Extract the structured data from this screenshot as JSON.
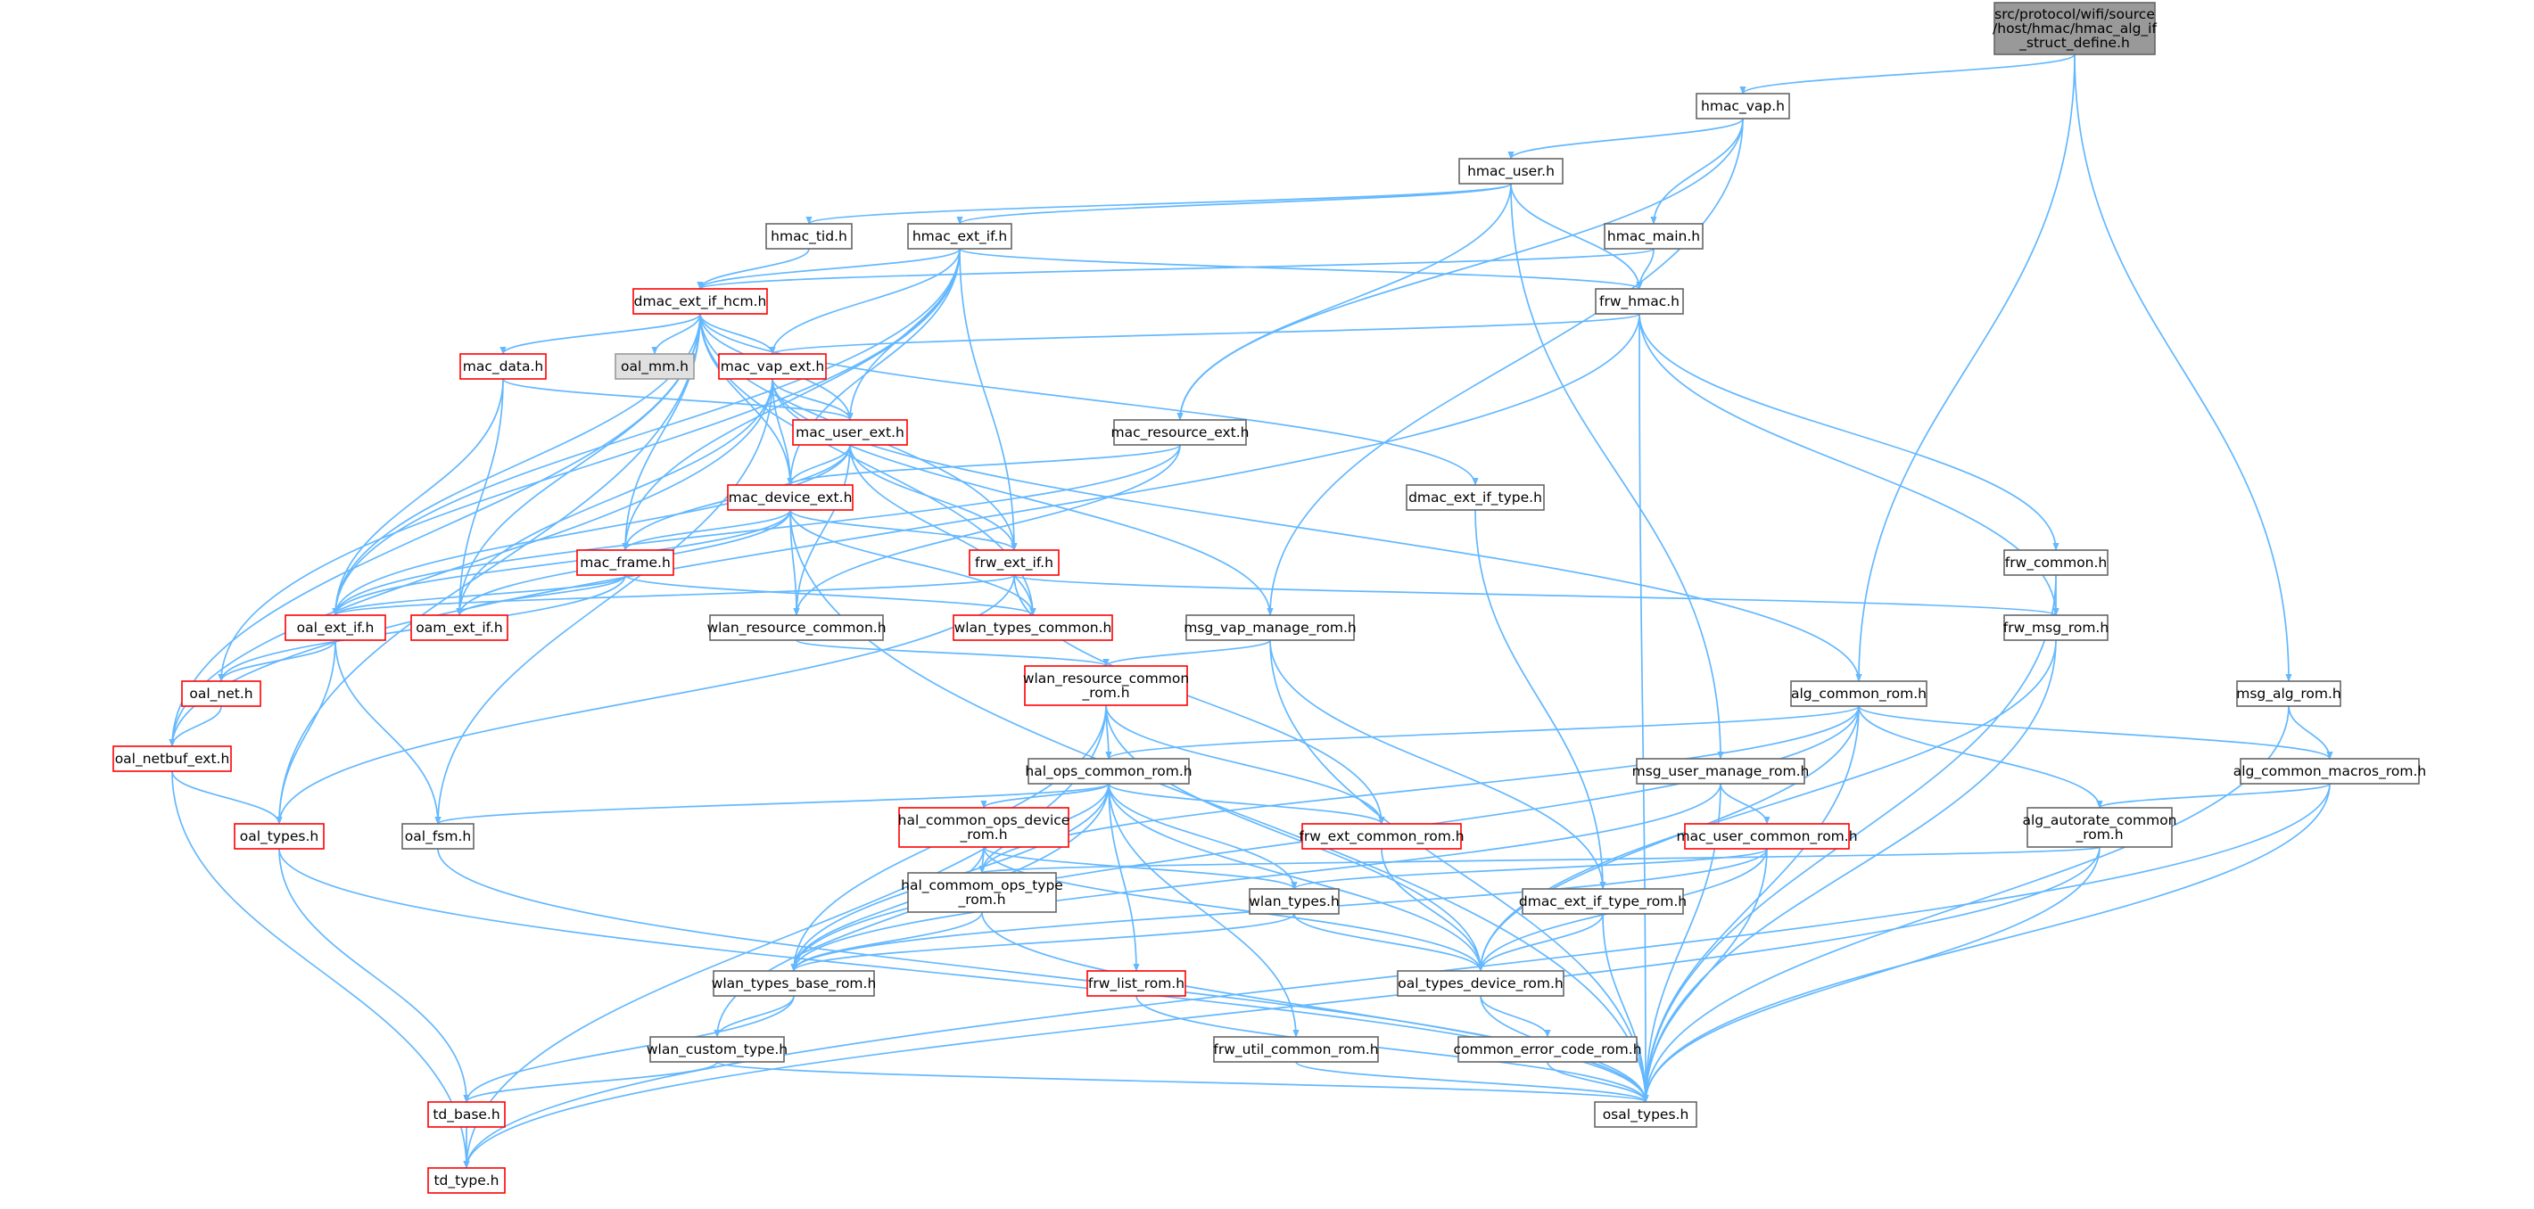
{
  "colors": {
    "edge": "#63b8ff",
    "node_fill": "#ffffff",
    "node_stroke": "#666666",
    "incomplete_stroke": "#ff0000",
    "incomplete_fill": "#fff0f0",
    "root_fill": "#999999",
    "external_fill": "#e0e0e0",
    "external_stroke": "#999999",
    "text": "#000000"
  },
  "nodes": [
    {
      "id": "root",
      "label": [
        "src/protocol/wifi/source",
        "/host/hmac/hmac_alg_if",
        "_struct_define.h"
      ],
      "style": "root"
    },
    {
      "id": "hmac_vap",
      "label": [
        "hmac_vap.h"
      ],
      "style": "normal"
    },
    {
      "id": "hmac_user",
      "label": [
        "hmac_user.h"
      ],
      "style": "normal"
    },
    {
      "id": "hmac_tid",
      "label": [
        "hmac_tid.h"
      ],
      "style": "normal"
    },
    {
      "id": "hmac_ext_if",
      "label": [
        "hmac_ext_if.h"
      ],
      "style": "normal"
    },
    {
      "id": "hmac_main",
      "label": [
        "hmac_main.h"
      ],
      "style": "normal"
    },
    {
      "id": "dmac_ext_if_hcm",
      "label": [
        "dmac_ext_if_hcm.h"
      ],
      "style": "incomplete"
    },
    {
      "id": "frw_hmac",
      "label": [
        "frw_hmac.h"
      ],
      "style": "normal"
    },
    {
      "id": "mac_data",
      "label": [
        "mac_data.h"
      ],
      "style": "incomplete"
    },
    {
      "id": "oal_mm",
      "label": [
        "oal_mm.h"
      ],
      "style": "external"
    },
    {
      "id": "mac_vap_ext",
      "label": [
        "mac_vap_ext.h"
      ],
      "style": "incomplete"
    },
    {
      "id": "mac_user_ext",
      "label": [
        "mac_user_ext.h"
      ],
      "style": "incomplete"
    },
    {
      "id": "mac_resource_ext",
      "label": [
        "mac_resource_ext.h"
      ],
      "style": "normal"
    },
    {
      "id": "dmac_ext_if_type",
      "label": [
        "dmac_ext_if_type.h"
      ],
      "style": "normal"
    },
    {
      "id": "mac_device_ext",
      "label": [
        "mac_device_ext.h"
      ],
      "style": "incomplete"
    },
    {
      "id": "mac_frame",
      "label": [
        "mac_frame.h"
      ],
      "style": "incomplete"
    },
    {
      "id": "frw_ext_if",
      "label": [
        "frw_ext_if.h"
      ],
      "style": "incomplete"
    },
    {
      "id": "frw_common",
      "label": [
        "frw_common.h"
      ],
      "style": "normal"
    },
    {
      "id": "oal_ext_if",
      "label": [
        "oal_ext_if.h"
      ],
      "style": "incomplete"
    },
    {
      "id": "oam_ext_if",
      "label": [
        "oam_ext_if.h"
      ],
      "style": "incomplete"
    },
    {
      "id": "wlan_resource_common",
      "label": [
        "wlan_resource_common.h"
      ],
      "style": "normal"
    },
    {
      "id": "wlan_types_common",
      "label": [
        "wlan_types_common.h"
      ],
      "style": "incomplete"
    },
    {
      "id": "msg_vap_manage_rom",
      "label": [
        "msg_vap_manage_rom.h"
      ],
      "style": "normal"
    },
    {
      "id": "frw_msg_rom",
      "label": [
        "frw_msg_rom.h"
      ],
      "style": "normal"
    },
    {
      "id": "msg_alg_rom",
      "label": [
        "msg_alg_rom.h"
      ],
      "style": "normal"
    },
    {
      "id": "oal_net",
      "label": [
        "oal_net.h"
      ],
      "style": "incomplete"
    },
    {
      "id": "wlan_resource_common_rom",
      "label": [
        "wlan_resource_common",
        "_rom.h"
      ],
      "style": "incomplete"
    },
    {
      "id": "alg_common_rom",
      "label": [
        "alg_common_rom.h"
      ],
      "style": "normal"
    },
    {
      "id": "oal_netbuf_ext",
      "label": [
        "oal_netbuf_ext.h"
      ],
      "style": "incomplete"
    },
    {
      "id": "hal_ops_common_rom",
      "label": [
        "hal_ops_common_rom.h"
      ],
      "style": "normal"
    },
    {
      "id": "msg_user_manage_rom",
      "label": [
        "msg_user_manage_rom.h"
      ],
      "style": "normal"
    },
    {
      "id": "alg_common_macros_rom",
      "label": [
        "alg_common_macros_rom.h"
      ],
      "style": "normal"
    },
    {
      "id": "oal_types",
      "label": [
        "oal_types.h"
      ],
      "style": "incomplete"
    },
    {
      "id": "oal_fsm",
      "label": [
        "oal_fsm.h"
      ],
      "style": "normal"
    },
    {
      "id": "hal_common_ops_device_rom",
      "label": [
        "hal_common_ops_device",
        "_rom.h"
      ],
      "style": "incomplete"
    },
    {
      "id": "frw_ext_common_rom",
      "label": [
        "frw_ext_common_rom.h"
      ],
      "style": "incomplete"
    },
    {
      "id": "mac_user_common_rom",
      "label": [
        "mac_user_common_rom.h"
      ],
      "style": "incomplete"
    },
    {
      "id": "alg_autorate_common_rom",
      "label": [
        "alg_autorate_common",
        "_rom.h"
      ],
      "style": "normal"
    },
    {
      "id": "hal_commom_ops_type_rom",
      "label": [
        "hal_commom_ops_type",
        "_rom.h"
      ],
      "style": "normal"
    },
    {
      "id": "wlan_types",
      "label": [
        "wlan_types.h"
      ],
      "style": "normal"
    },
    {
      "id": "dmac_ext_if_type_rom",
      "label": [
        "dmac_ext_if_type_rom.h"
      ],
      "style": "normal"
    },
    {
      "id": "wlan_types_base_rom",
      "label": [
        "wlan_types_base_rom.h"
      ],
      "style": "normal"
    },
    {
      "id": "frw_list_rom",
      "label": [
        "frw_list_rom.h"
      ],
      "style": "incomplete"
    },
    {
      "id": "oal_types_device_rom",
      "label": [
        "oal_types_device_rom.h"
      ],
      "style": "normal"
    },
    {
      "id": "wlan_custom_type",
      "label": [
        "wlan_custom_type.h"
      ],
      "style": "normal"
    },
    {
      "id": "frw_util_common_rom",
      "label": [
        "frw_util_common_rom.h"
      ],
      "style": "normal"
    },
    {
      "id": "common_error_code_rom",
      "label": [
        "common_error_code_rom.h"
      ],
      "style": "normal"
    },
    {
      "id": "td_base",
      "label": [
        "td_base.h"
      ],
      "style": "incomplete"
    },
    {
      "id": "osal_types",
      "label": [
        "osal_types.h"
      ],
      "style": "normal"
    },
    {
      "id": "td_type",
      "label": [
        "td_type.h"
      ],
      "style": "incomplete"
    }
  ],
  "edges": [
    [
      "root",
      "hmac_vap"
    ],
    [
      "root",
      "alg_common_rom"
    ],
    [
      "root",
      "msg_alg_rom"
    ],
    [
      "hmac_vap",
      "hmac_user"
    ],
    [
      "hmac_vap",
      "hmac_main"
    ],
    [
      "hmac_vap",
      "mac_resource_ext"
    ],
    [
      "hmac_vap",
      "msg_vap_manage_rom"
    ],
    [
      "hmac_user",
      "hmac_tid"
    ],
    [
      "hmac_user",
      "hmac_ext_if"
    ],
    [
      "hmac_user",
      "frw_hmac"
    ],
    [
      "hmac_user",
      "mac_resource_ext"
    ],
    [
      "hmac_user",
      "msg_user_manage_rom"
    ],
    [
      "hmac_tid",
      "dmac_ext_if_hcm"
    ],
    [
      "hmac_ext_if",
      "dmac_ext_if_hcm"
    ],
    [
      "hmac_ext_if",
      "frw_hmac"
    ],
    [
      "hmac_ext_if",
      "mac_vap_ext"
    ],
    [
      "hmac_ext_if",
      "mac_user_ext"
    ],
    [
      "hmac_ext_if",
      "mac_device_ext"
    ],
    [
      "hmac_ext_if",
      "frw_ext_if"
    ],
    [
      "hmac_ext_if",
      "oal_ext_if"
    ],
    [
      "hmac_ext_if",
      "oal_net"
    ],
    [
      "hmac_ext_if",
      "mac_frame"
    ],
    [
      "hmac_main",
      "dmac_ext_if_hcm"
    ],
    [
      "hmac_main",
      "frw_hmac"
    ],
    [
      "frw_hmac",
      "mac_vap_ext"
    ],
    [
      "frw_hmac",
      "frw_common"
    ],
    [
      "frw_hmac",
      "frw_msg_rom"
    ],
    [
      "frw_hmac",
      "oal_netbuf_ext"
    ],
    [
      "frw_hmac",
      "osal_types"
    ],
    [
      "dmac_ext_if_hcm",
      "mac_data"
    ],
    [
      "dmac_ext_if_hcm",
      "oal_mm"
    ],
    [
      "dmac_ext_if_hcm",
      "mac_vap_ext"
    ],
    [
      "dmac_ext_if_hcm",
      "mac_user_ext"
    ],
    [
      "dmac_ext_if_hcm",
      "mac_device_ext"
    ],
    [
      "dmac_ext_if_hcm",
      "dmac_ext_if_type"
    ],
    [
      "dmac_ext_if_hcm",
      "frw_ext_if"
    ],
    [
      "dmac_ext_if_hcm",
      "mac_frame"
    ],
    [
      "dmac_ext_if_hcm",
      "oal_ext_if"
    ],
    [
      "dmac_ext_if_hcm",
      "oam_ext_if"
    ],
    [
      "dmac_ext_if_hcm",
      "wlan_types_common"
    ],
    [
      "dmac_ext_if_hcm",
      "oal_types"
    ],
    [
      "dmac_ext_if_hcm",
      "oal_netbuf_ext"
    ],
    [
      "mac_data",
      "mac_user_ext"
    ],
    [
      "mac_data",
      "oal_ext_if"
    ],
    [
      "mac_data",
      "oam_ext_if"
    ],
    [
      "mac_vap_ext",
      "mac_user_ext"
    ],
    [
      "mac_vap_ext",
      "mac_device_ext"
    ],
    [
      "mac_vap_ext",
      "alg_common_rom"
    ],
    [
      "mac_vap_ext",
      "msg_vap_manage_rom"
    ],
    [
      "mac_vap_ext",
      "oal_fsm"
    ],
    [
      "mac_vap_ext",
      "oam_ext_if"
    ],
    [
      "mac_vap_ext",
      "oal_netbuf_ext"
    ],
    [
      "mac_user_ext",
      "mac_device_ext"
    ],
    [
      "mac_user_ext",
      "frw_ext_if"
    ],
    [
      "mac_user_ext",
      "wlan_types_common"
    ],
    [
      "mac_user_ext",
      "wlan_resource_common"
    ],
    [
      "mac_user_ext",
      "mac_frame"
    ],
    [
      "mac_user_ext",
      "oal_ext_if"
    ],
    [
      "mac_resource_ext",
      "mac_device_ext"
    ],
    [
      "mac_resource_ext",
      "wlan_resource_common"
    ],
    [
      "mac_resource_ext",
      "oal_ext_if"
    ],
    [
      "mac_device_ext",
      "mac_frame"
    ],
    [
      "mac_device_ext",
      "frw_ext_if"
    ],
    [
      "mac_device_ext",
      "oal_ext_if"
    ],
    [
      "mac_device_ext",
      "oam_ext_if"
    ],
    [
      "mac_device_ext",
      "wlan_resource_common"
    ],
    [
      "mac_device_ext",
      "wlan_types_common"
    ],
    [
      "mac_device_ext",
      "osal_types"
    ],
    [
      "dmac_ext_if_type",
      "dmac_ext_if_type_rom"
    ],
    [
      "mac_frame",
      "oal_ext_if"
    ],
    [
      "mac_frame",
      "oam_ext_if"
    ],
    [
      "mac_frame",
      "wlan_types_common"
    ],
    [
      "mac_frame",
      "oal_net"
    ],
    [
      "frw_ext_if",
      "oal_ext_if"
    ],
    [
      "frw_ext_if",
      "frw_msg_rom"
    ],
    [
      "frw_ext_if",
      "frw_ext_common_rom"
    ],
    [
      "frw_ext_if",
      "oal_types"
    ],
    [
      "frw_common",
      "frw_msg_rom"
    ],
    [
      "frw_common",
      "osal_types"
    ],
    [
      "oal_ext_if",
      "oal_net"
    ],
    [
      "oal_ext_if",
      "oal_types"
    ],
    [
      "oal_ext_if",
      "oal_fsm"
    ],
    [
      "oal_net",
      "oal_netbuf_ext"
    ],
    [
      "oal_netbuf_ext",
      "oal_types"
    ],
    [
      "oal_netbuf_ext",
      "td_type"
    ],
    [
      "wlan_resource_common",
      "wlan_resource_common_rom"
    ],
    [
      "msg_vap_manage_rom",
      "wlan_resource_common_rom"
    ],
    [
      "msg_vap_manage_rom",
      "dmac_ext_if_type_rom"
    ],
    [
      "msg_vap_manage_rom",
      "osal_types"
    ],
    [
      "frw_msg_rom",
      "oal_types_device_rom"
    ],
    [
      "frw_msg_rom",
      "osal_types"
    ],
    [
      "msg_alg_rom",
      "alg_common_macros_rom"
    ],
    [
      "msg_alg_rom",
      "osal_types"
    ],
    [
      "wlan_resource_common_rom",
      "hal_ops_common_rom"
    ],
    [
      "wlan_resource_common_rom",
      "frw_ext_common_rom"
    ],
    [
      "wlan_resource_common_rom",
      "wlan_types_base_rom"
    ],
    [
      "wlan_resource_common_rom",
      "oal_types_device_rom"
    ],
    [
      "wlan_resource_common_rom",
      "td_type"
    ],
    [
      "alg_common_rom",
      "hal_ops_common_rom"
    ],
    [
      "alg_common_rom",
      "alg_common_macros_rom"
    ],
    [
      "alg_common_rom",
      "alg_autorate_common_rom"
    ],
    [
      "alg_common_rom",
      "oal_types_device_rom"
    ],
    [
      "alg_common_rom",
      "wlan_types_base_rom"
    ],
    [
      "alg_common_rom",
      "hal_commom_ops_type_rom"
    ],
    [
      "alg_common_rom",
      "osal_types"
    ],
    [
      "hal_ops_common_rom",
      "hal_common_ops_device_rom"
    ],
    [
      "hal_ops_common_rom",
      "frw_ext_common_rom"
    ],
    [
      "hal_ops_common_rom",
      "hal_commom_ops_type_rom"
    ],
    [
      "hal_ops_common_rom",
      "wlan_types"
    ],
    [
      "hal_ops_common_rom",
      "wlan_types_base_rom"
    ],
    [
      "hal_ops_common_rom",
      "frw_list_rom"
    ],
    [
      "hal_ops_common_rom",
      "frw_util_common_rom"
    ],
    [
      "hal_ops_common_rom",
      "wlan_custom_type"
    ],
    [
      "hal_ops_common_rom",
      "oal_types_device_rom"
    ],
    [
      "hal_ops_common_rom",
      "oal_fsm"
    ],
    [
      "msg_user_manage_rom",
      "mac_user_common_rom"
    ],
    [
      "msg_user_manage_rom",
      "wlan_types_base_rom"
    ],
    [
      "msg_user_manage_rom",
      "osal_types"
    ],
    [
      "alg_common_macros_rom",
      "alg_autorate_common_rom"
    ],
    [
      "alg_common_macros_rom",
      "osal_types"
    ],
    [
      "alg_common_macros_rom",
      "td_type"
    ],
    [
      "oal_types",
      "td_base"
    ],
    [
      "oal_types",
      "osal_types"
    ],
    [
      "oal_fsm",
      "osal_types"
    ],
    [
      "hal_common_ops_device_rom",
      "hal_commom_ops_type_rom"
    ],
    [
      "hal_common_ops_device_rom",
      "wlan_types"
    ],
    [
      "hal_common_ops_device_rom",
      "wlan_types_base_rom"
    ],
    [
      "hal_common_ops_device_rom",
      "oal_types_device_rom"
    ],
    [
      "frw_ext_common_rom",
      "oal_types_device_rom"
    ],
    [
      "mac_user_common_rom",
      "wlan_types"
    ],
    [
      "mac_user_common_rom",
      "wlan_types_base_rom"
    ],
    [
      "mac_user_common_rom",
      "oal_types_device_rom"
    ],
    [
      "mac_user_common_rom",
      "osal_types"
    ],
    [
      "alg_autorate_common_rom",
      "hal_commom_ops_type_rom"
    ],
    [
      "alg_autorate_common_rom",
      "osal_types"
    ],
    [
      "alg_autorate_common_rom",
      "td_type"
    ],
    [
      "hal_commom_ops_type_rom",
      "wlan_types_base_rom"
    ],
    [
      "hal_commom_ops_type_rom",
      "osal_types"
    ],
    [
      "wlan_types",
      "wlan_types_base_rom"
    ],
    [
      "wlan_types",
      "oal_types_device_rom"
    ],
    [
      "dmac_ext_if_type_rom",
      "oal_types_device_rom"
    ],
    [
      "dmac_ext_if_type_rom",
      "osal_types"
    ],
    [
      "wlan_types_base_rom",
      "wlan_custom_type"
    ],
    [
      "wlan_types_base_rom",
      "td_base"
    ],
    [
      "frw_list_rom",
      "osal_types"
    ],
    [
      "oal_types_device_rom",
      "common_error_code_rom"
    ],
    [
      "oal_types_device_rom",
      "osal_types"
    ],
    [
      "wlan_custom_type",
      "td_base"
    ],
    [
      "wlan_custom_type",
      "osal_types"
    ],
    [
      "frw_util_common_rom",
      "osal_types"
    ],
    [
      "common_error_code_rom",
      "osal_types"
    ],
    [
      "td_base",
      "td_type"
    ]
  ]
}
